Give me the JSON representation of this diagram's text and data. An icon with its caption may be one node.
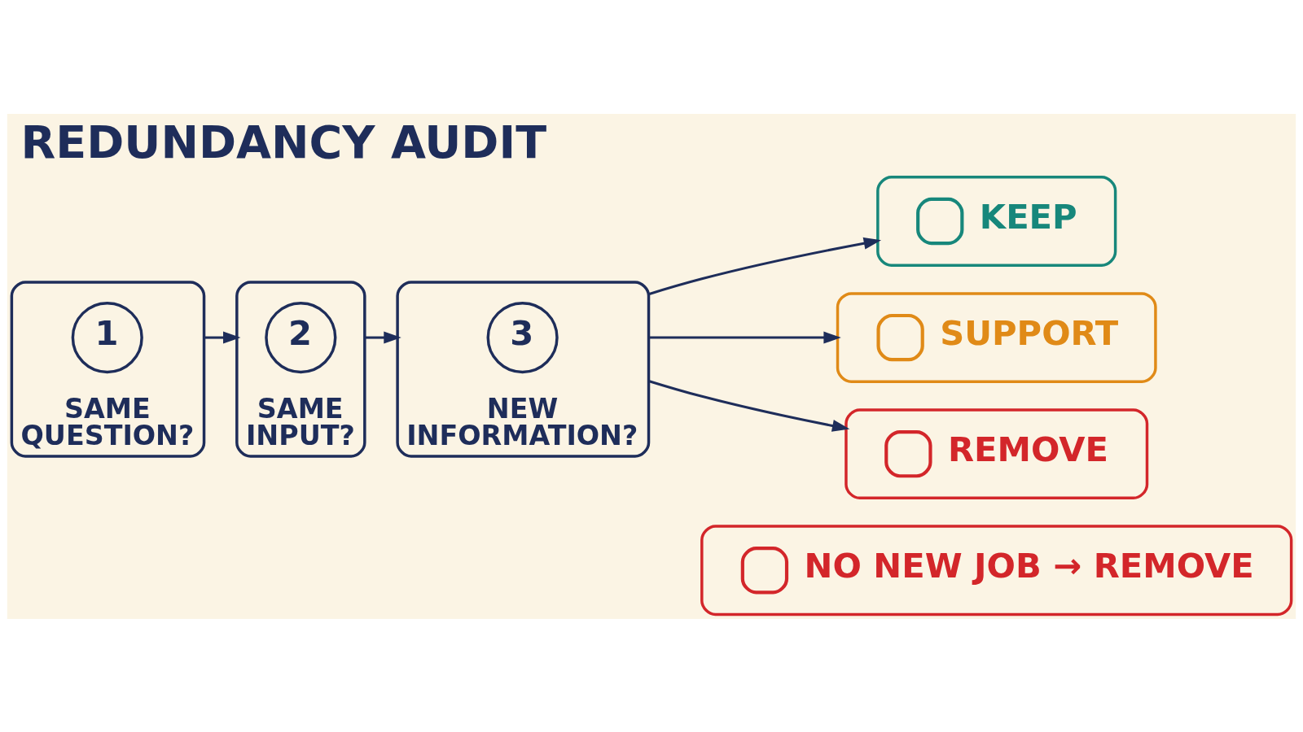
{
  "diagram": {
    "title": "REDUNDANCY AUDIT",
    "nodes": [
      {
        "text": [
          "SAME QUESTION?"
        ]
      },
      {
        "text": [
          "1"
        ],
        "in": 0
      },
      {
        "text": [
          "SAME INPUT?"
        ]
      },
      {
        "text": [
          "2"
        ],
        "in": 2
      },
      {
        "text": [
          "NEW INFORMATION?"
        ]
      },
      {
        "text": [
          "3"
        ],
        "in": 4
      },
      {
        "text": [
          "KEEP"
        ]
      },
      {
        "text": [
          "SUPPORT"
        ]
      },
      {
        "text": [
          "REMOVE"
        ]
      },
      {
        "text": [
          "NO NEW JOB → REMOVE"
        ]
      }
    ],
    "edges": [
      {
        "from": 0,
        "to": 2,
        "arrow": "to"
      },
      {
        "from": 2,
        "to": 4,
        "arrow": "to"
      },
      {
        "from": 4,
        "to": 6,
        "arrow": "to"
      },
      {
        "from": 4,
        "to": 7,
        "arrow": "to"
      },
      {
        "from": 4,
        "to": 8,
        "arrow": "to"
      }
    ]
  }
}
